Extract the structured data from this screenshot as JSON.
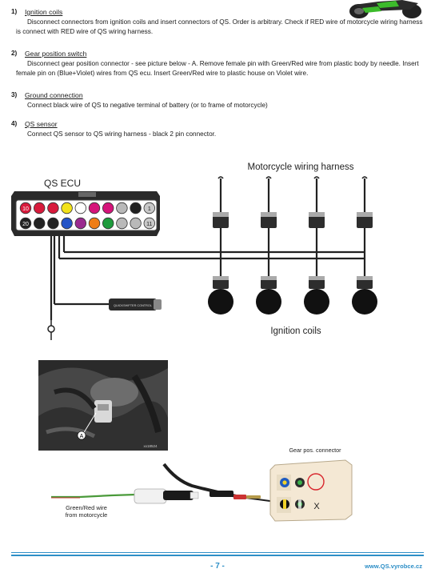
{
  "sections": [
    {
      "num": "1)",
      "title": "Ignition coils",
      "body": "Disconnect connectors from ignition coils and insert connectors of QS. Order is arbitrary. Check if RED wire of motorcycle wiring harness is connect with RED wire of QS wiring harness."
    },
    {
      "num": "2)",
      "title": "Gear position switch",
      "body": "Disconnect gear position connector - see picture below - A. Remove female pin with Green/Red wire from plastic body by needle. Insert female pin on (Blue+Violet)  wires from QS ecu. Insert Green/Red wire to plastic house on Violet wire."
    },
    {
      "num": "3)",
      "title": "Ground connection",
      "body": "Connect black wire of QS to negative terminal of battery (or to frame of motorcycle)"
    },
    {
      "num": "4)",
      "title": "QS sensor",
      "body": "Connect QS sensor to QS wiring harness - black 2 pin connector."
    }
  ],
  "diagram": {
    "ecu_label": "QS ECU",
    "harness_label": "Motorcycle wiring harness",
    "coils_label": "Ignition coils",
    "pin_first_top": "10",
    "pin_last_top": "1",
    "pin_first_bottom": "20",
    "pin_last_bottom": "11",
    "top_row_colors": [
      "#d81b3c",
      "#d81b3c",
      "#f2e21b",
      "#ffffff",
      "#d5147a",
      "#d5147a",
      "#b9b9b9",
      "#222222"
    ],
    "bottom_row_colors": [
      "#222222",
      "#222222",
      "#2353c7",
      "#9a2a8f",
      "#ef7d16",
      "#1e9b3d",
      "#b9b9b9",
      "#b9b9b9"
    ],
    "sensor_label": "QUICKSHIFTER CONTROL"
  },
  "photo": {
    "marker": "A",
    "caption": "xx18524"
  },
  "connector_photo": {
    "connector_label": "Gear pos. connector",
    "wire_label_line1": "Green/Red wire",
    "wire_label_line2": "from motorcycle",
    "x_mark": "X"
  },
  "footer": {
    "page": "- 7 -",
    "url": "www.QS.vyrobce.cz"
  },
  "colors": {
    "accent": "#2e8fc7"
  }
}
